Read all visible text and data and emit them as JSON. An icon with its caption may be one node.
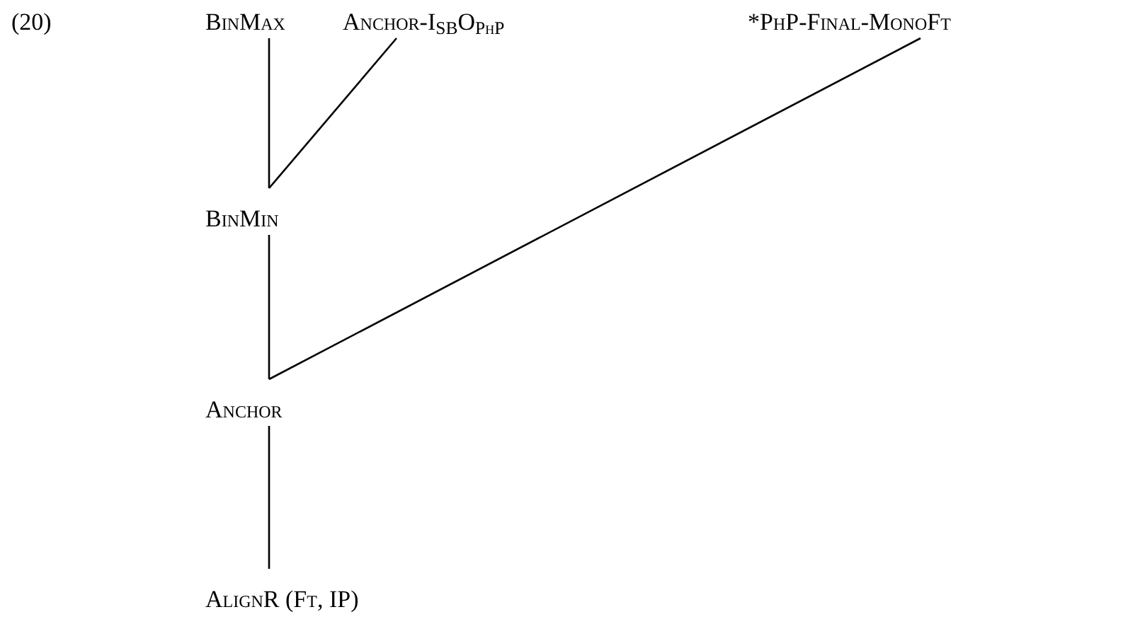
{
  "diagram": {
    "nodes": [
      {
        "text": [
          "BinMax"
        ]
      },
      {
        "text": [
          "Anchor-I$_{SB}$O$_{PhP}$"
        ]
      },
      {
        "text": [
          "*PhP-Final-MonoFt"
        ]
      },
      {
        "text": [
          "BinMin"
        ]
      },
      {
        "text": [
          "Anchor"
        ]
      },
      {
        "text": [
          "AlignR (Ft, IP)"
        ]
      }
    ],
    "edges": [
      {
        "from": 0,
        "to": 3,
        "arrow": "none"
      },
      {
        "from": 1,
        "to": 3,
        "arrow": "none"
      },
      {
        "from": 3,
        "to": 4,
        "arrow": "none"
      },
      {
        "from": 2,
        "to": 4,
        "arrow": "none"
      },
      {
        "from": 4,
        "to": 5,
        "arrow": "none"
      }
    ],
    "labels": [
      "(20)"
    ]
  }
}
